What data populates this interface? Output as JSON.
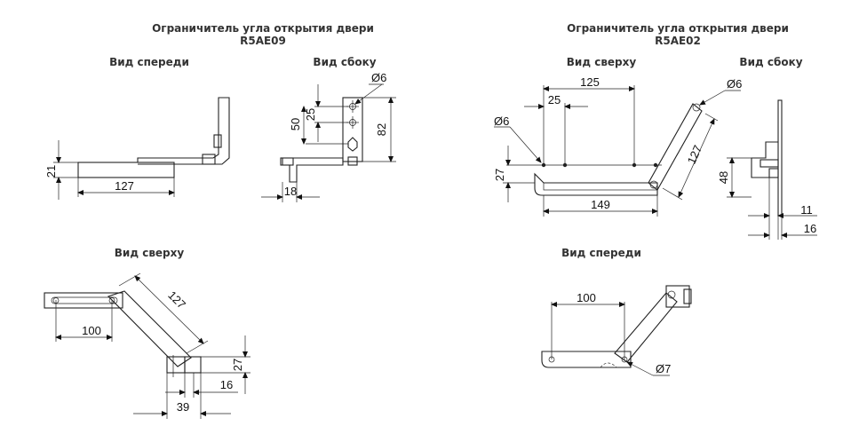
{
  "left": {
    "title": "Ограничитель угла открытия двери",
    "model": "R5AE09",
    "views": {
      "front": "Вид спереди",
      "side": "Вид сбоку",
      "top": "Вид сверху"
    },
    "dims": {
      "front_h": "21",
      "front_len": "127",
      "side_hole": "Ø6",
      "side_25": "25",
      "side_50": "50",
      "side_82": "82",
      "side_18": "18",
      "top_127": "127",
      "top_100": "100",
      "top_27": "27",
      "top_16": "16",
      "top_39": "39"
    }
  },
  "right": {
    "title": "Ограничитель угла открытия двери",
    "model": "R5AE02",
    "views": {
      "top": "Вид сверху",
      "side": "Вид сбоку",
      "front": "Вид спереди"
    },
    "dims": {
      "top_125": "125",
      "top_25": "25",
      "top_hole_left": "Ø6",
      "top_hole_right": "Ø6",
      "top_127": "127",
      "top_27": "27",
      "top_149": "149",
      "side_48": "48",
      "side_11": "11",
      "side_16": "16",
      "front_100": "100",
      "front_hole": "Ø7"
    }
  }
}
